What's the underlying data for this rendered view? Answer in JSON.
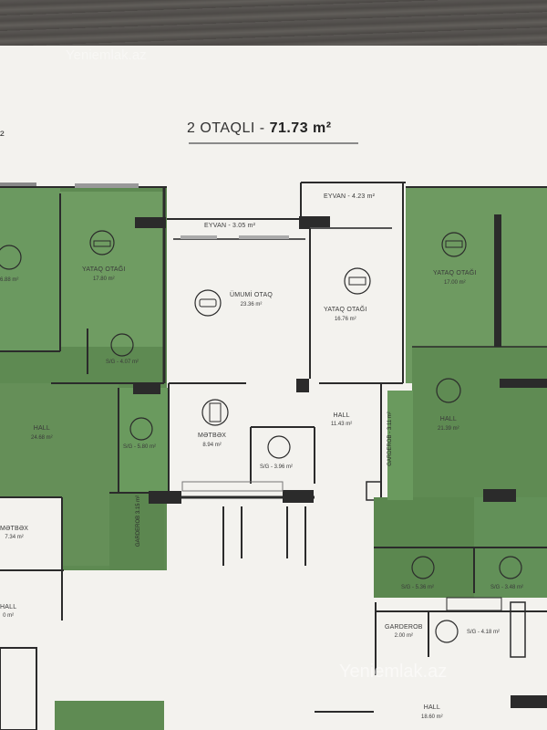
{
  "plan": {
    "title_prefix": "2 OTAQLI - ",
    "title_area": "71.73 m²",
    "fragment_left": "²",
    "watermarks": [
      "Yeniemlak.az",
      "Yeniemlak.az"
    ]
  },
  "rooms": {
    "eyvan1": {
      "label": "EYVAN - 3.05 m²"
    },
    "eyvan2": {
      "label": "EYVAN - 4.23 m²"
    },
    "umumi": {
      "label": "ÜMUMİ OTAQ",
      "area": "23.36 m²"
    },
    "yataq_center": {
      "label": "YATAQ OTAĞI",
      "area": "16.76 m²"
    },
    "metbex_center": {
      "label": "MƏTBƏX",
      "area": "8.94 m²"
    },
    "hall_center": {
      "label": "HALL",
      "area": "11.43 m²"
    },
    "sg_center": {
      "label": "S/G - 3.96 m²"
    },
    "yataq_left": {
      "label": "YATAQ OTAĞI",
      "area": "17.80 m²"
    },
    "yataq_far_left": {
      "label": "",
      "area": "6.88 m²"
    },
    "sg_left1": {
      "label": "S/G - 4.07 m²"
    },
    "sg_left2": {
      "label": "S/G - 5.80 m²"
    },
    "hall_left": {
      "label": "HALL",
      "area": "24.68 m²"
    },
    "garderob_left": {
      "label": "GARDEROB",
      "area": "3.15 m²"
    },
    "metbex_left": {
      "label": "MƏTBƏX",
      "area": "7.34 m²"
    },
    "hall_bottom_left": {
      "label": "HALL",
      "area": "0 m²"
    },
    "yataq_right": {
      "label": "YATAQ OTAĞI",
      "area": "17.00 m²"
    },
    "hall_right": {
      "label": "HALL",
      "area": "21.39 m²"
    },
    "garderob_right": {
      "label": "GARDEROB - 3.11 m²"
    },
    "sg_right1": {
      "label": "S/G - 5.36 m²"
    },
    "sg_right2": {
      "label": "S/G - 3.48 m²"
    },
    "garderob_bottom": {
      "label": "GARDEROB",
      "area": "2.00 m²"
    },
    "sg_bottom": {
      "label": "S/G - 4.18 m²"
    },
    "hall_bottom": {
      "label": "HALL",
      "area": "18.60 m²"
    }
  }
}
